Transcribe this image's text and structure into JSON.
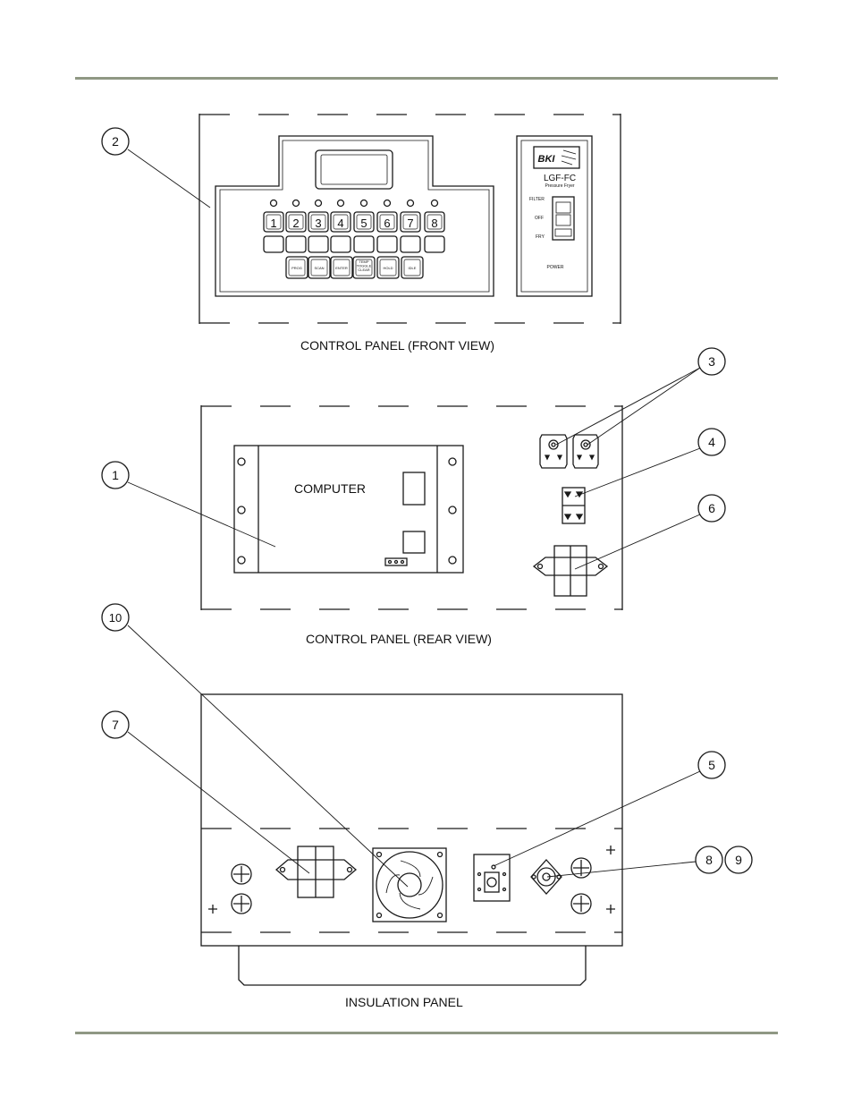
{
  "captions": {
    "front": "CONTROL PANEL (FRONT VIEW)",
    "rear": "CONTROL PANEL (REAR VIEW)",
    "insulation": "INSULATION PANEL"
  },
  "keypad": {
    "numbers": [
      "1",
      "2",
      "3",
      "4",
      "5",
      "6",
      "7",
      "8"
    ],
    "func_keys": [
      "PROG",
      "SCAN",
      "ENTER",
      "TEMP\nTOGGLE\nCLEAR",
      "HOLD",
      "IDLE"
    ]
  },
  "power_box": {
    "brand": "BKI",
    "model": "LGF-FC",
    "subtitle": "Pressure Fryer",
    "switch_labels": [
      "FILTER",
      "OFF",
      "FRY"
    ],
    "power_label": "POWER"
  },
  "computer_label": "COMPUTER",
  "callouts": [
    "1",
    "2",
    "3",
    "4",
    "5",
    "6",
    "7",
    "8",
    "9",
    "10"
  ],
  "colors": {
    "rule": "#8f9884",
    "line": "#1a1a1a"
  }
}
